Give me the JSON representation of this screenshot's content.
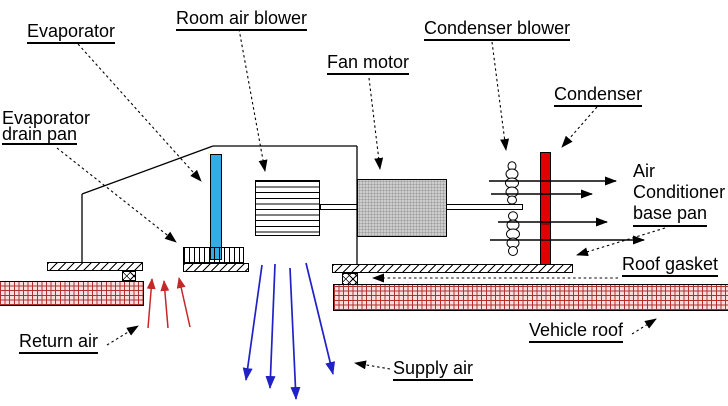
{
  "labels": {
    "evaporator": "Evaporator",
    "room_air_blower": "Room air blower",
    "fan_motor": "Fan motor",
    "condenser_blower": "Condenser blower",
    "condenser": "Condenser",
    "evaporator_drain_pan_line1": "Evaporator",
    "evaporator_drain_pan_line2": "drain pan",
    "air_conditioner_base_pan_line1": "Air",
    "air_conditioner_base_pan_line2": "Conditioner",
    "air_conditioner_base_pan_line3": "base pan",
    "roof_gasket": "Roof gasket",
    "vehicle_roof": "Vehicle roof",
    "return_air": "Return air",
    "supply_air": "Supply air"
  },
  "colors": {
    "evaporator_coil": "#2FADE4",
    "condenser_coil": "#E10000",
    "fan_motor_body": "#CDCDCD",
    "supply_air_arrow": "#2121C8",
    "return_air_arrow": "#C62828",
    "vehicle_roof_grid": "#B03030",
    "outline": "#000000",
    "background": "#FFFFFF"
  }
}
